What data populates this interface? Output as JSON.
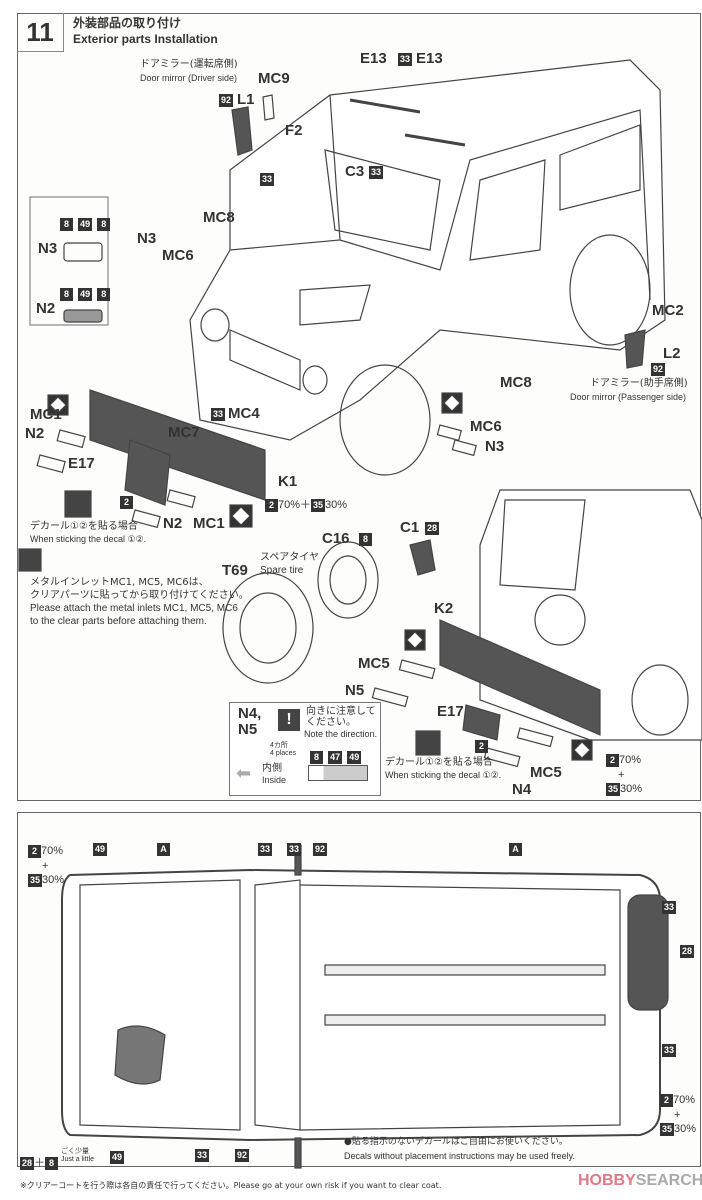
{
  "step": {
    "number": "11",
    "title_jp": "外装部品の取り付け",
    "title_en": "Exterior parts Installation"
  },
  "front": {
    "door_mirror_driver_jp": "ドアミラー(運転席側)",
    "door_mirror_driver_en": "Door mirror (Driver side)",
    "door_mirror_passenger_jp": "ドアミラー(助手席側)",
    "door_mirror_passenger_en": "Door mirror (Passenger side)",
    "labels": {
      "mc9": "MC9",
      "l1": "L1",
      "f2": "F2",
      "e13a": "E13",
      "e13b": "E13",
      "c3": "C3",
      "mc8a": "MC8",
      "n3a": "N3",
      "mc6a": "MC6",
      "n3b": "N3",
      "n2b": "N2",
      "mc2": "MC2",
      "l2": "L2",
      "mc8b": "MC8",
      "mc6b": "MC6",
      "n3c": "N3",
      "mc1a": "MC1",
      "n2a": "N2",
      "mc4": "MC4",
      "mc7": "MC7",
      "e17a": "E17",
      "k1": "K1",
      "n2c": "N2",
      "mc1b": "MC1"
    },
    "paint": {
      "p92a": "92",
      "p33a": "33",
      "p33b": "33",
      "p33c": "33",
      "p8a": "8",
      "p49a": "49",
      "p8b": "8",
      "p8c": "8",
      "p49b": "49",
      "p8d": "8",
      "p92b": "92",
      "p33d": "33",
      "p2a": "2",
      "p2b": "2",
      "p35a": "35"
    },
    "mix_pct_a": "70%",
    "mix_plus": "+",
    "mix_pct_b": "30%",
    "decal_jp": "デカール①②を貼る場合",
    "decal_en": "When sticking the decal ①②.",
    "metal_note_jp1": "メタルインレットMC1, MC5, MC6は、",
    "metal_note_jp2": "クリアパーツに貼ってから取り付けてください。",
    "metal_note_en1": "Please attach the metal inlets MC1, MC5, MC6",
    "metal_note_en2": "to the clear parts before attaching them."
  },
  "rear": {
    "labels": {
      "c16": "C16",
      "c1": "C1",
      "t69": "T69",
      "k2": "K2",
      "mc5a": "MC5",
      "n5": "N5",
      "e17": "E17",
      "mc5b": "MC5",
      "n4": "N4"
    },
    "paint": {
      "p8": "8",
      "p28": "28",
      "p2a": "2",
      "p2b": "2",
      "p35": "35"
    },
    "spare_tire_jp": "スペアタイヤ",
    "spare_tire_en": "Spare tire",
    "decal_jp": "デカール①②を貼る場合",
    "decal_en": "When sticking the decal ①②.",
    "mix_pct_a": "70%",
    "mix_plus": "+",
    "mix_pct_b": "30%"
  },
  "note_box": {
    "title1": "N4,",
    "title2": "N5",
    "direction_jp1": "向きに注意して",
    "direction_jp2": "ください。",
    "direction_en": "Note the direction.",
    "places_jp": "4カ所",
    "places_en": "4 places",
    "paint": [
      "8",
      "47",
      "49"
    ],
    "inside_jp": "内側",
    "inside_en": "Inside"
  },
  "top_view": {
    "paint": {
      "p2": "2",
      "p35": "35",
      "p49a": "49",
      "p33a": "33",
      "p33b": "33",
      "p92a": "92",
      "p33r1": "33",
      "p28r": "28",
      "p33r2": "33",
      "p2r": "2",
      "p35r": "35",
      "p28b": "28",
      "p8b": "8",
      "p49b": "49",
      "p33c": "33",
      "p92b": "92"
    },
    "letter_a1": "A",
    "letter_a2": "A",
    "mix_pct_a": "70%",
    "mix_plus": "+",
    "mix_pct_b": "30%",
    "just_little_jp": "ごく少量",
    "just_little_en": "Just a little",
    "decal_free_jp": "●貼る指示のないデカールはご自由にお使いください。",
    "decal_free_en": "Decals without placement instructions may be used freely."
  },
  "footer": "※クリアーコートを行う際は各自の責任で行ってください。Please go at your own risk if you want to clear coat.",
  "watermark": {
    "brand_a": "HOBBY",
    "brand_b": "SEARCH"
  }
}
